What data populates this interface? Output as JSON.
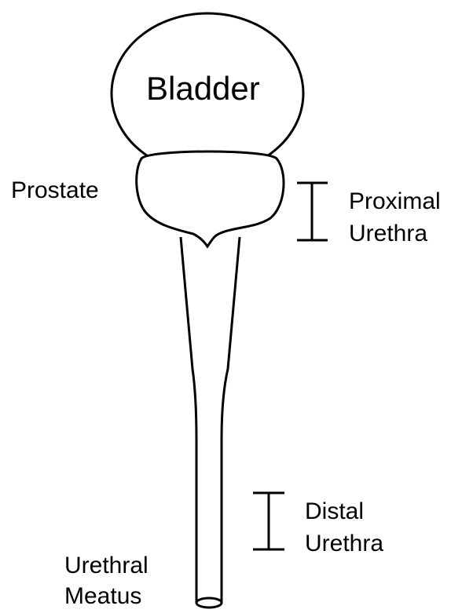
{
  "labels": {
    "bladder": "Bladder",
    "prostate": "Prostate",
    "proximal_urethra": [
      "Proximal",
      "Urethra"
    ],
    "distal_urethra": [
      "Distal",
      "Urethra"
    ],
    "urethral_meatus": [
      "Urethral",
      "Meatus"
    ]
  },
  "colors": {
    "stroke": "#000000",
    "fill": "#ffffff"
  }
}
